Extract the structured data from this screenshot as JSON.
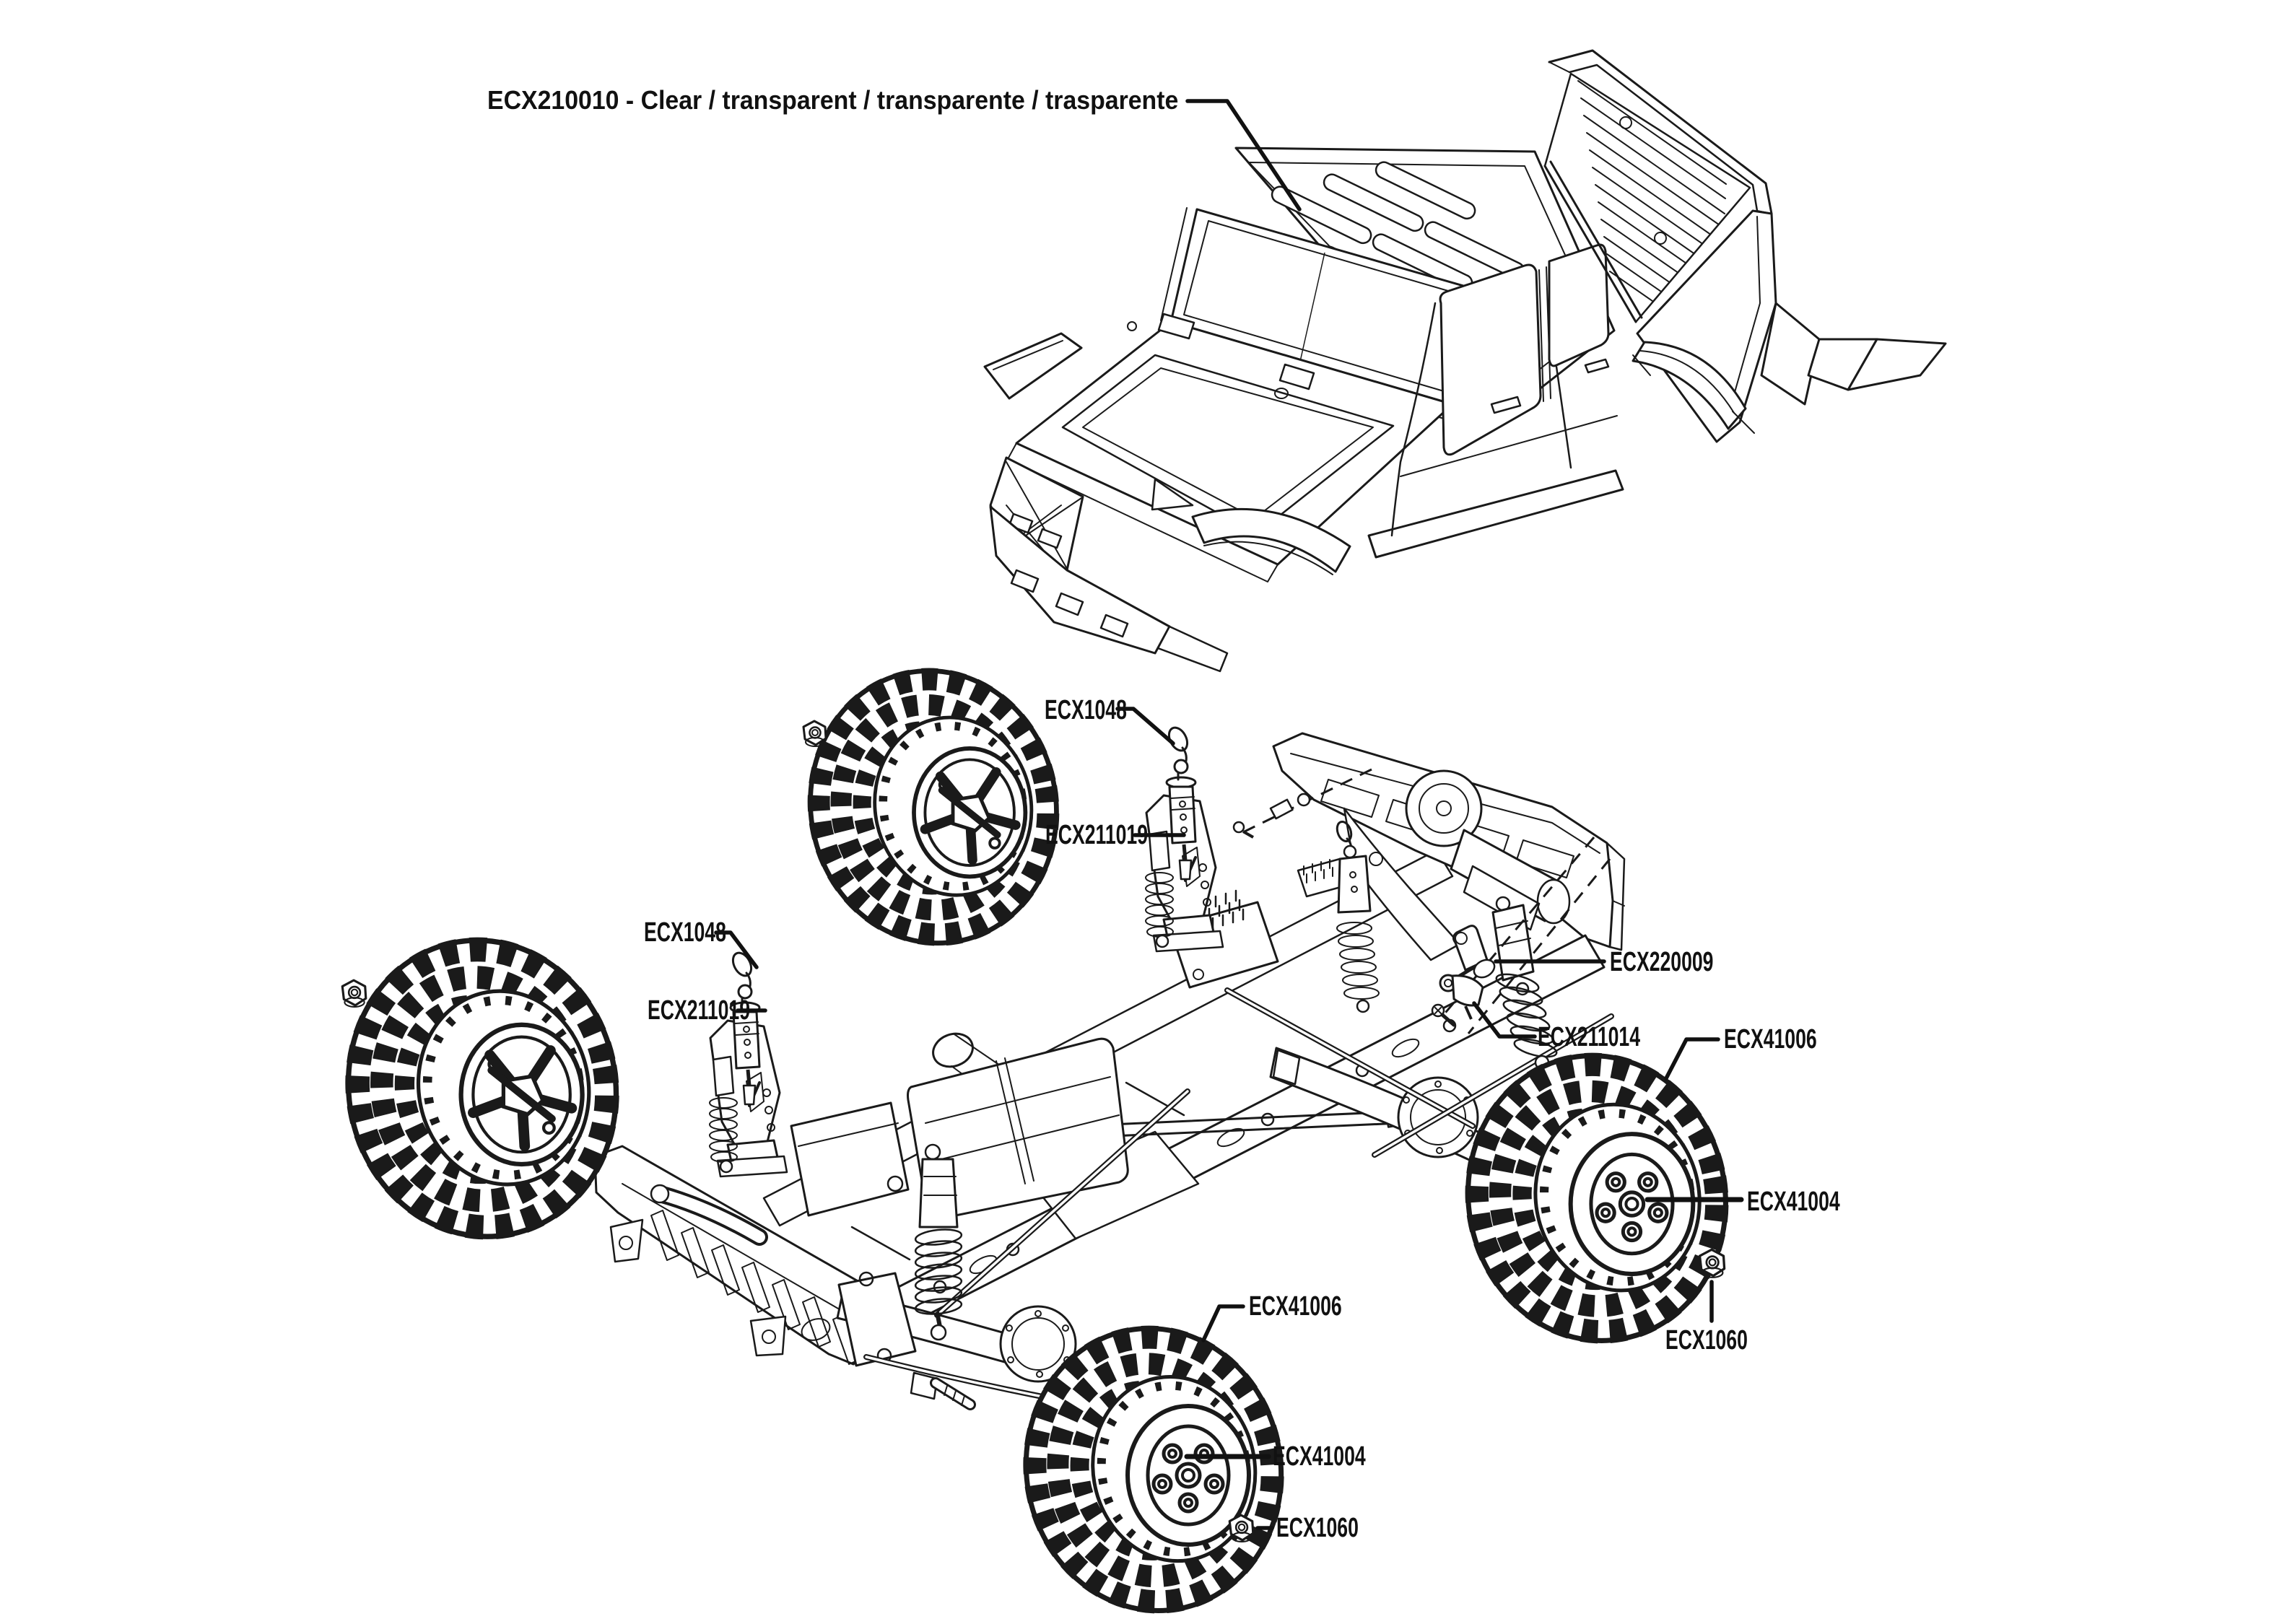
{
  "page": {
    "background": "#ffffff",
    "line_color": "#1a1a1a",
    "text_color": "#111111"
  },
  "diagram_type": "exploded-parts-diagram",
  "callouts": {
    "body_shell": "ECX210010 - Clear / transparent / transparente / trasparente",
    "body_clip_top": "ECX1048",
    "shock_set_top": "ECX211019",
    "body_clip_front": "ECX1048",
    "shock_set_front": "ECX211019",
    "wheel_hex": "ECX220009",
    "steering_link": "ECX211014",
    "tire_rear": "ECX41006",
    "wheel_rear": "ECX41004",
    "wheel_nut_rear": "ECX1060",
    "tire_front": "ECX41006",
    "wheel_front": "ECX41004",
    "wheel_nut_front": "ECX1060"
  }
}
